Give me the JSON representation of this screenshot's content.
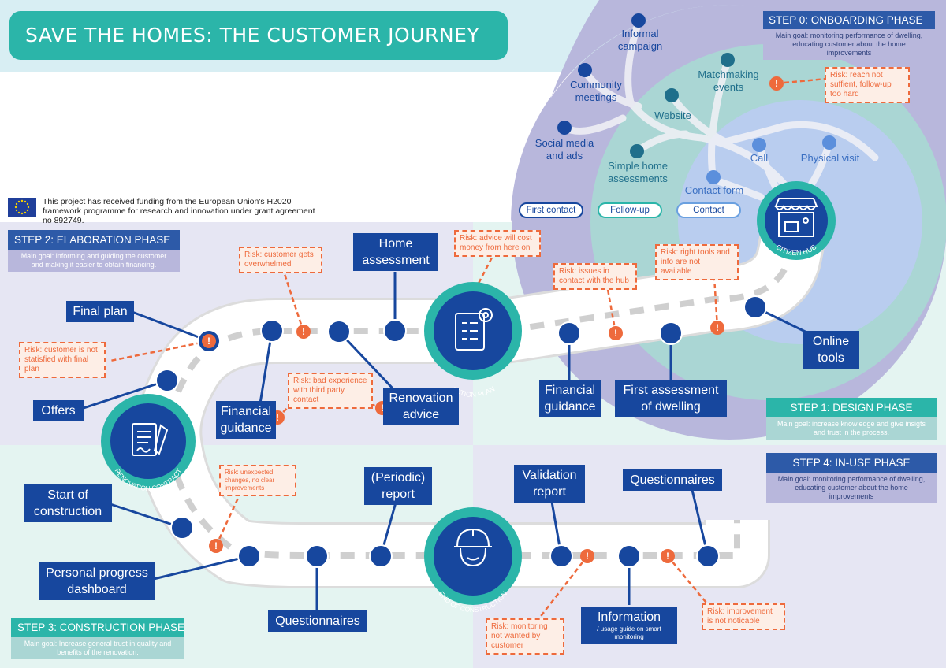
{
  "title": "SAVE THE HOMES: THE CUSTOMER JOURNEY",
  "funding": "This project has received funding from the European Union's H2020 framework programme for research and innovation under grant agreement no 892749.",
  "colors": {
    "navy": "#17479e",
    "teal": "#2bb5a9",
    "lavender": "#b8b7dc",
    "risk": "#ee6a3c",
    "road": "#ffffff",
    "road_dash": "#cfcfcf"
  },
  "phases": {
    "step0": {
      "title": "STEP 0: ONBOARDING PHASE",
      "goal": "Main goal: monitoring performance of dwelling, educating customer about the home improvements"
    },
    "step1": {
      "title": "STEP 1: DESIGN PHASE",
      "goal": "Main goal: increase knowledge and give insigts and trust in the process."
    },
    "step2": {
      "title": "STEP 2: ELABORATION PHASE",
      "goal": "Main goal: informing and guiding the customer and making it easier to obtain financing."
    },
    "step3": {
      "title": "STEP 3: CONSTRUCTION PHASE",
      "goal": "Main goal: Increase general trust in quality and benefits of the renovation."
    },
    "step4": {
      "title": "STEP 4: IN-USE PHASE",
      "goal": "Main goal: monitoring performance of dwelling, educating customer about the home improvements"
    }
  },
  "onboarding": {
    "informal_campaign": "Informal campaign",
    "community_meetings": "Community meetings",
    "social_media": "Social media and ads",
    "simple_home": "Simple home assessments",
    "website": "Website",
    "matchmaking": "Matchmaking events",
    "call": "Call",
    "physical_visit": "Physical visit",
    "contact_form": "Contact form",
    "first_contact": "First contact",
    "follow_up": "Follow-up",
    "contact": "Contact"
  },
  "milestones": {
    "citizen_hub": "CITIZEN HUB",
    "action_plan": "ACTION PLAN",
    "renovation_contract": "RENOVATION CONTRACT",
    "end_of_construction": "END OF CONSTRUCTION"
  },
  "touchpoints": {
    "online_tools": "Online tools",
    "first_assessment": "First assessment of dwelling",
    "financial_guidance_1": "Financial guidance",
    "home_assessment": "Home assessment",
    "renovation_advice": "Renovation advice",
    "financial_guidance_2": "Financial guidance",
    "final_plan": "Final plan",
    "offers": "Offers",
    "start_construction": "Start of construction",
    "progress_dashboard": "Personal progress dashboard",
    "questionnaires_1": "Questionnaires",
    "periodic_report": "(Periodic) report",
    "validation_report": "Validation report",
    "information": "Information",
    "information_sub": "/ usage guide on smart monitoring",
    "questionnaires_2": "Questionnaires"
  },
  "risks": {
    "reach": "Risk: reach not suffient, follow-up too hard",
    "tools": "Risk: right tools and info are not available",
    "hub": "Risk: issues in contact with the hub",
    "cost": "Risk: advice will cost money from here on",
    "overwhelmed": "Risk: customer gets overwhelmed",
    "third_party": "Risk: bad experience with third party contact",
    "final_plan": "Risk: customer is not statisfied with final plan",
    "unexpected": "Risk: unexpected changes, no clear improvements",
    "monitoring": "Risk: monitoring not wanted by customer",
    "improvement": "Risk: improvement is not noticable"
  }
}
